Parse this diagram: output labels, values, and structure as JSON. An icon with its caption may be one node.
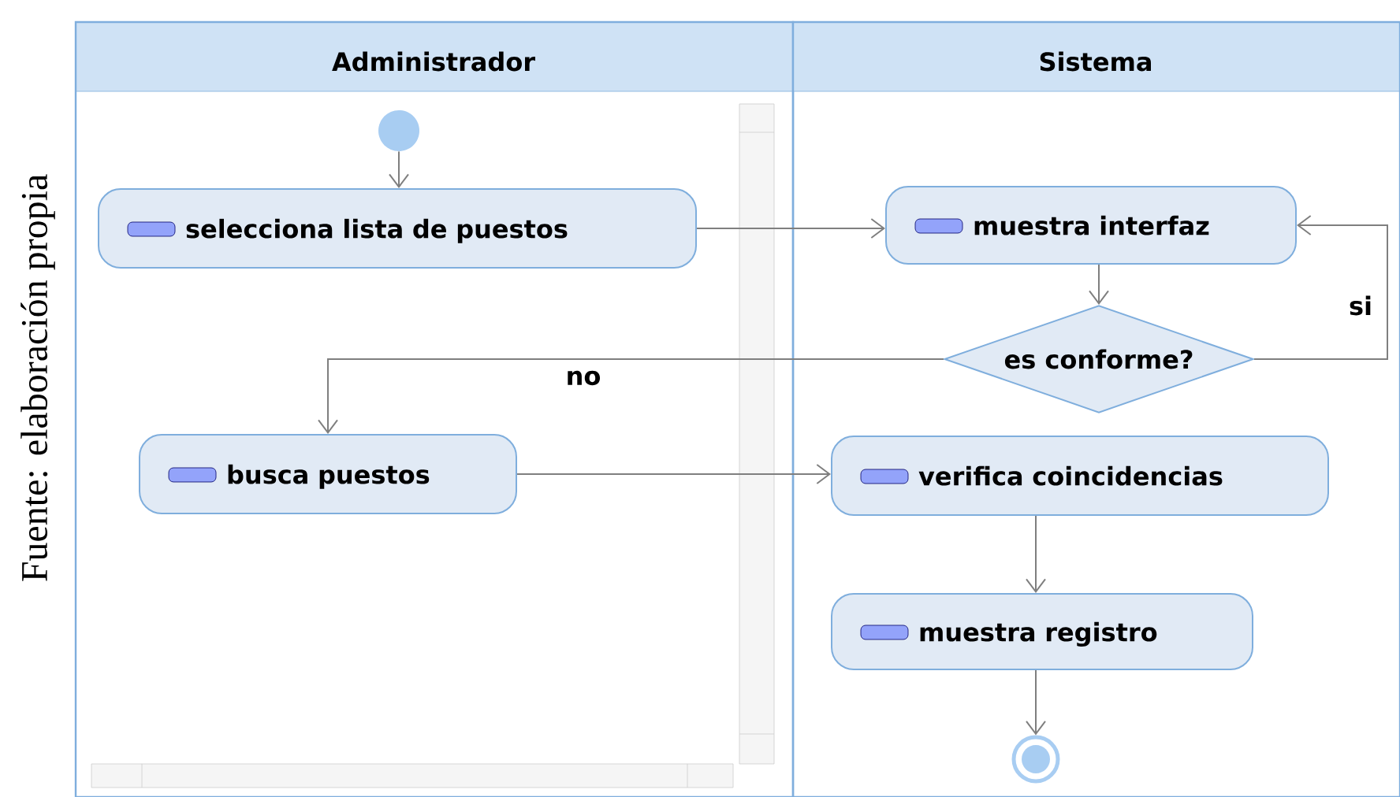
{
  "diagram": {
    "caption": "Fuente: elaboración propia",
    "nodes": [
      {
        "text": [
          "Administrador"
        ]
      },
      {
        "text": [
          "Sistema"
        ]
      },
      {
        "text": [],
        "shape": "circle",
        "in": 0
      },
      {
        "text": [
          "selecciona lista de puestos"
        ],
        "in": 0
      },
      {
        "text": [
          "muestra interfaz"
        ],
        "in": 1
      },
      {
        "text": [
          "es conforme?"
        ],
        "in": 1
      },
      {
        "text": [
          "busca puestos"
        ],
        "in": 0
      },
      {
        "text": [
          "verifica coincidencias"
        ],
        "in": 1
      },
      {
        "text": [
          "muestra registro"
        ],
        "in": 1
      },
      {
        "text": [],
        "shape": "circle",
        "in": 1
      }
    ],
    "edges": [
      {
        "from": 2,
        "to": 3,
        "arrow": "to"
      },
      {
        "from": 3,
        "to": 4,
        "arrow": "to"
      },
      {
        "from": 4,
        "to": 5,
        "arrow": "to"
      },
      {
        "from": 5,
        "to": 4,
        "arrow": "to",
        "label": "si"
      },
      {
        "from": 5,
        "to": 6,
        "arrow": "to",
        "label": "no"
      },
      {
        "from": 6,
        "to": 7,
        "arrow": "to"
      },
      {
        "from": 7,
        "to": 8,
        "arrow": "to"
      },
      {
        "from": 8,
        "to": 9,
        "arrow": "to"
      }
    ]
  }
}
